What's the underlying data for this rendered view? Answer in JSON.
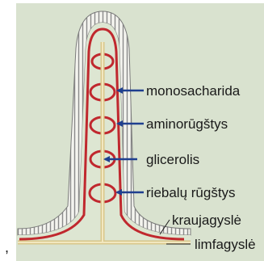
{
  "labels": {
    "monosaccharide": "monosacharida",
    "amino_acids": "aminorūgštys",
    "glycerol": "glicerolis",
    "fatty_acids": "riebalų rūgštys",
    "blood_vessel": "kraujagyslė",
    "lymph_vessel": "limfagyslė"
  },
  "stray_mark": ",",
  "colors": {
    "background": "#d9e2cf",
    "epithelium_cells": "#9a9a9a",
    "blood_capillary": "#c0282e",
    "lymph_vessel": "#ead9a4",
    "arrows": "#1f3f8f"
  }
}
